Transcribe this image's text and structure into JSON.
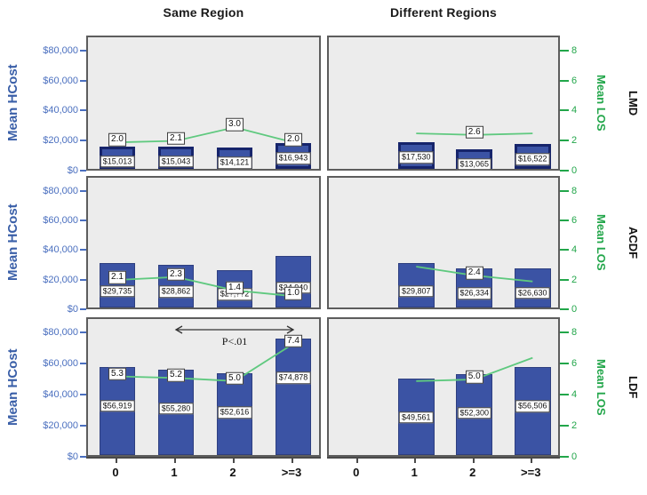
{
  "chart_data": {
    "type": "bar",
    "title": "",
    "columns": [
      "Same Region",
      "Different Regions"
    ],
    "rows": [
      "LMD",
      "ACDF",
      "LDF"
    ],
    "categories": [
      "0",
      "1",
      "2",
      ">=3"
    ],
    "xlabel": "",
    "ylabel_left": "Mean HCost",
    "ylabel_right": "Mean LOS",
    "ylim_left": [
      0,
      90000
    ],
    "ylim_right": [
      0,
      9
    ],
    "yticks_left": [
      "$0",
      "$20,000",
      "$40,000",
      "$60,000",
      "$80,000"
    ],
    "yticks_left_values": [
      0,
      20000,
      40000,
      60000,
      80000
    ],
    "yticks_right": [
      "0",
      "2",
      "4",
      "6",
      "8"
    ],
    "yticks_right_values": [
      0,
      2,
      4,
      6,
      8
    ],
    "grid": false,
    "legend": "none",
    "bar_color": "#3b53a4",
    "line_color": "#5fc97f",
    "left_axis_color": "#4a6fbf",
    "right_axis_color": "#22a64a",
    "panel_background": "#ececec",
    "annotations": [
      {
        "panel": "LDF / Same Region",
        "text": "P<.01",
        "type": "double-arrow-span",
        "from_category": "1",
        "to_category": ">=3"
      }
    ],
    "panels": [
      {
        "row": "LMD",
        "column": "Same Region",
        "bars": [
          {
            "category": "0",
            "hcost": 15013,
            "hcost_label": "$15,013",
            "los": 2.0,
            "los_label": "2.0",
            "highlighted": true
          },
          {
            "category": "1",
            "hcost": 15043,
            "hcost_label": "$15,043",
            "los": 2.1,
            "los_label": "2.1",
            "highlighted": true
          },
          {
            "category": "2",
            "hcost": 14121,
            "hcost_label": "$14,121",
            "los": 3.0,
            "los_label": "3.0",
            "highlighted": true
          },
          {
            "category": ">=3",
            "hcost": 16943,
            "hcost_label": "$16,943",
            "los": 2.0,
            "los_label": "2.0",
            "highlighted": true
          }
        ]
      },
      {
        "row": "LMD",
        "column": "Different Regions",
        "bars": [
          {
            "category": "0",
            "hcost": null,
            "hcost_label": "",
            "los": null,
            "los_label": "",
            "highlighted": false
          },
          {
            "category": "1",
            "hcost": 17530,
            "hcost_label": "$17,530",
            "los": 2.6,
            "los_label": "",
            "highlighted": true
          },
          {
            "category": "2",
            "hcost": 13065,
            "hcost_label": "$13,065",
            "los": 2.5,
            "los_label": "2.6",
            "highlighted": true
          },
          {
            "category": ">=3",
            "hcost": 16522,
            "hcost_label": "$16,522",
            "los": 2.6,
            "los_label": "",
            "highlighted": true
          }
        ]
      },
      {
        "row": "ACDF",
        "column": "Same Region",
        "bars": [
          {
            "category": "0",
            "hcost": 29735,
            "hcost_label": "$29,735",
            "los": 2.1,
            "los_label": "2.1",
            "highlighted": false
          },
          {
            "category": "1",
            "hcost": 28862,
            "hcost_label": "$28,862",
            "los": 2.3,
            "los_label": "2.3",
            "highlighted": false
          },
          {
            "category": "2",
            "hcost": 25200,
            "hcost_label": "$2?,??2",
            "los": 1.4,
            "los_label": "1.4",
            "highlighted": false
          },
          {
            "category": ">=3",
            "hcost": 34940,
            "hcost_label": "$34,940",
            "los": 1.0,
            "los_label": "1.0",
            "highlighted": false
          }
        ]
      },
      {
        "row": "ACDF",
        "column": "Different Regions",
        "bars": [
          {
            "category": "0",
            "hcost": null,
            "hcost_label": "",
            "los": null,
            "los_label": "",
            "highlighted": false
          },
          {
            "category": "1",
            "hcost": 29807,
            "hcost_label": "$29,807",
            "los": 3.0,
            "los_label": "",
            "highlighted": false
          },
          {
            "category": "2",
            "hcost": 26334,
            "hcost_label": "$26,334",
            "los": 2.4,
            "los_label": "2.4",
            "highlighted": false
          },
          {
            "category": ">=3",
            "hcost": 26630,
            "hcost_label": "$26,630",
            "los": 2.0,
            "los_label": "",
            "highlighted": false
          }
        ]
      },
      {
        "row": "LDF",
        "column": "Same Region",
        "bars": [
          {
            "category": "0",
            "hcost": 56919,
            "hcost_label": "$56,919",
            "los": 5.3,
            "los_label": "5.3",
            "highlighted": false
          },
          {
            "category": "1",
            "hcost": 55280,
            "hcost_label": "$55,280",
            "los": 5.2,
            "los_label": "5.2",
            "highlighted": false
          },
          {
            "category": "2",
            "hcost": 52616,
            "hcost_label": "$52,616",
            "los": 5.0,
            "los_label": "5.0",
            "highlighted": false
          },
          {
            "category": ">=3",
            "hcost": 74878,
            "hcost_label": "$74,878",
            "los": 7.4,
            "los_label": "7.4",
            "highlighted": false
          }
        ]
      },
      {
        "row": "LDF",
        "column": "Different Regions",
        "bars": [
          {
            "category": "0",
            "hcost": null,
            "hcost_label": "",
            "los": null,
            "los_label": "",
            "highlighted": false
          },
          {
            "category": "1",
            "hcost": 49561,
            "hcost_label": "$49,561",
            "los": 5.0,
            "los_label": "",
            "highlighted": false
          },
          {
            "category": "2",
            "hcost": 52300,
            "hcost_label": "$52,300",
            "los": 5.1,
            "los_label": "5.0",
            "highlighted": false
          },
          {
            "category": ">=3",
            "hcost": 56506,
            "hcost_label": "$56,506",
            "los": 6.5,
            "los_label": "",
            "highlighted": false
          }
        ]
      }
    ]
  }
}
